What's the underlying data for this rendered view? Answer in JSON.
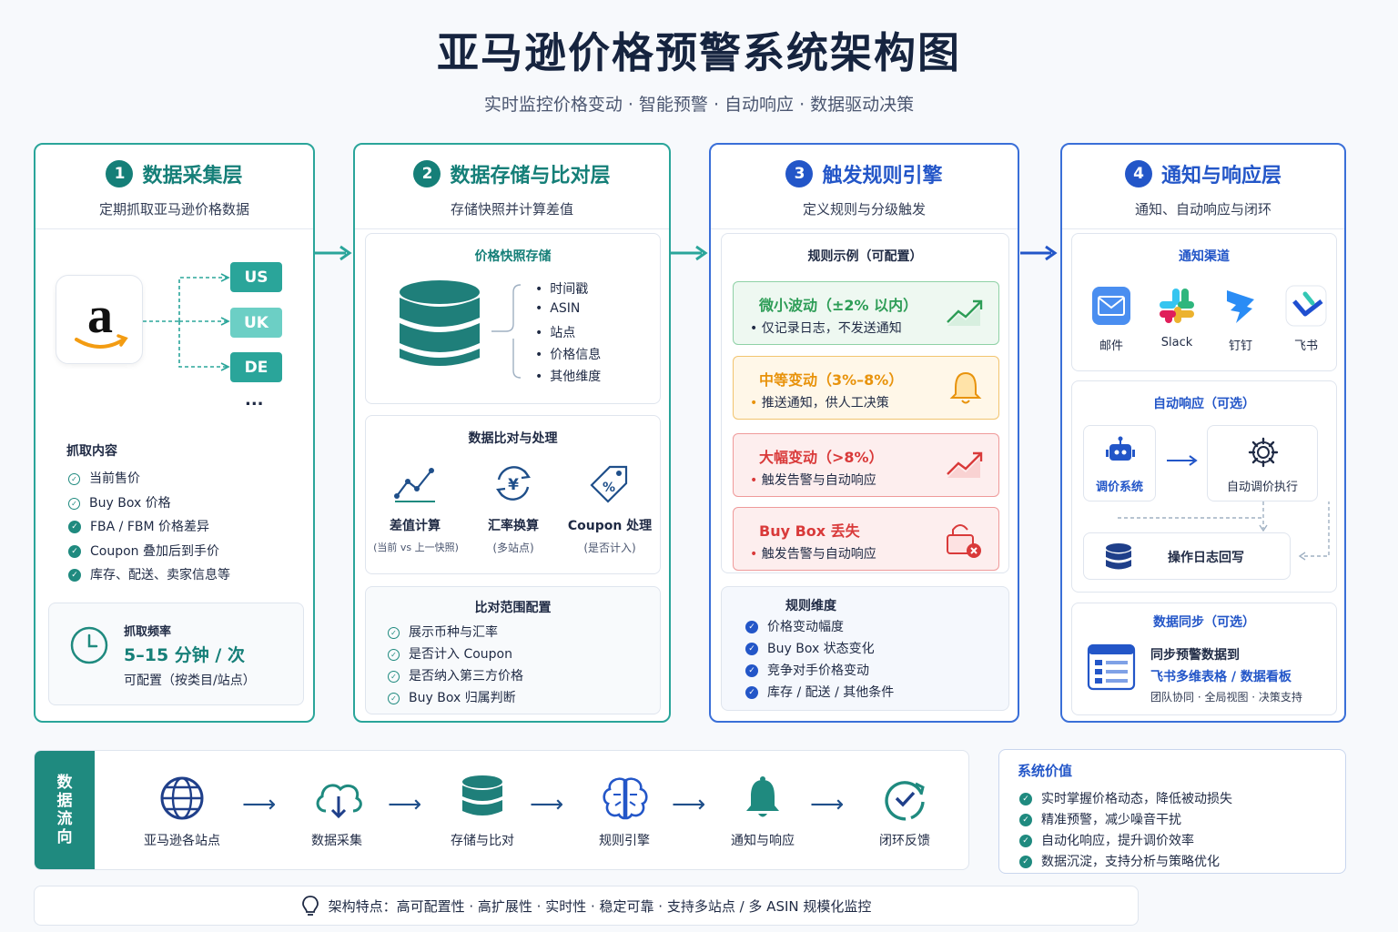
{
  "title": "亚马逊价格预警系统架构图",
  "subtitle": "实时监控价格变动 · 智能预警 · 自动响应 · 数据驱动决策",
  "layers": [
    {
      "num": "1",
      "title": "数据采集层",
      "desc": "定期抓取亚马逊价格数据"
    },
    {
      "num": "2",
      "title": "数据存储与比对层",
      "desc": "存储快照并计算差值"
    },
    {
      "num": "3",
      "title": "触发规则引擎",
      "desc": "定义规则与分级触发"
    },
    {
      "num": "4",
      "title": "通知与响应层",
      "desc": "通知、自动响应与闭环"
    }
  ],
  "collect": {
    "sites": [
      "US",
      "UK",
      "DE"
    ],
    "more": "...",
    "content_title": "抓取内容",
    "content_items": [
      "当前售价",
      "Buy Box 价格",
      "FBA / FBM 价格差异",
      "Coupon 叠加后到手价",
      "库存、配送、卖家信息等"
    ],
    "freq_label": "抓取频率",
    "freq_value": "5–15 分钟 / 次",
    "freq_note": "可配置（按类目/站点）"
  },
  "storage": {
    "snapshot_title": "价格快照存储",
    "snapshot_fields": [
      "时间戳",
      "ASIN",
      "站点",
      "价格信息",
      "其他维度"
    ],
    "compare_title": "数据比对与处理",
    "compare_items": [
      {
        "label": "差值计算",
        "note": "(当前 vs 上一快照)"
      },
      {
        "label": "汇率换算",
        "note": "(多站点)"
      },
      {
        "label": "Coupon 处理",
        "note": "(是否计入)"
      }
    ],
    "range_title": "比对范围配置",
    "range_items": [
      "展示币种与汇率",
      "是否计入 Coupon",
      "是否纳入第三方价格",
      "Buy Box 归属判断"
    ]
  },
  "rules": {
    "examples_title": "规则示例（可配置）",
    "items": [
      {
        "title": "微小波动（±2% 以内）",
        "desc": "仅记录日志，不发送通知",
        "color": "#2e9d57"
      },
      {
        "title": "中等变动（3%–8%）",
        "desc": "推送通知，供人工决策",
        "color": "#e8930c"
      },
      {
        "title": "大幅变动（>8%）",
        "desc": "触发告警与自动响应",
        "color": "#d93a3a"
      },
      {
        "title": "Buy Box 丢失",
        "desc": "触发告警与自动响应",
        "color": "#d93a3a"
      }
    ],
    "dims_title": "规则维度",
    "dims": [
      "价格变动幅度",
      "Buy Box 状态变化",
      "竞争对手价格变动",
      "库存 / 配送 / 其他条件"
    ]
  },
  "notify": {
    "channels_title": "通知渠道",
    "channels": [
      {
        "label": "邮件",
        "icon": "mail-icon"
      },
      {
        "label": "Slack",
        "icon": "slack-icon"
      },
      {
        "label": "钉钉",
        "icon": "dingtalk-icon"
      },
      {
        "label": "飞书",
        "icon": "feishu-icon"
      }
    ],
    "auto_title": "自动响应（可选）",
    "reprice_system": "调价系统",
    "auto_exec": "自动调价执行",
    "log_writeback": "操作日志回写",
    "sync_title": "数据同步（可选）",
    "sync_line1": "同步预警数据到",
    "sync_line2": "飞书多维表格 / 数据看板",
    "sync_line3": "团队协同 · 全局视图 · 决策支持"
  },
  "flow": {
    "label": [
      "数",
      "据",
      "流",
      "向"
    ],
    "steps": [
      "亚马逊各站点",
      "数据采集",
      "存储与比对",
      "规则引擎",
      "通知与响应",
      "闭环反馈"
    ]
  },
  "value": {
    "title": "系统价值",
    "items": [
      "实时掌握价格动态，降低被动损失",
      "精准预警，减少噪音干扰",
      "自动化响应，提升调价效率",
      "数据沉淀，支持分析与策略优化"
    ]
  },
  "footer": "架构特点：高可配置性 · 高扩展性 · 实时性 · 稳定可靠 · 支持多站点 / 多 ASIN 规模化监控"
}
